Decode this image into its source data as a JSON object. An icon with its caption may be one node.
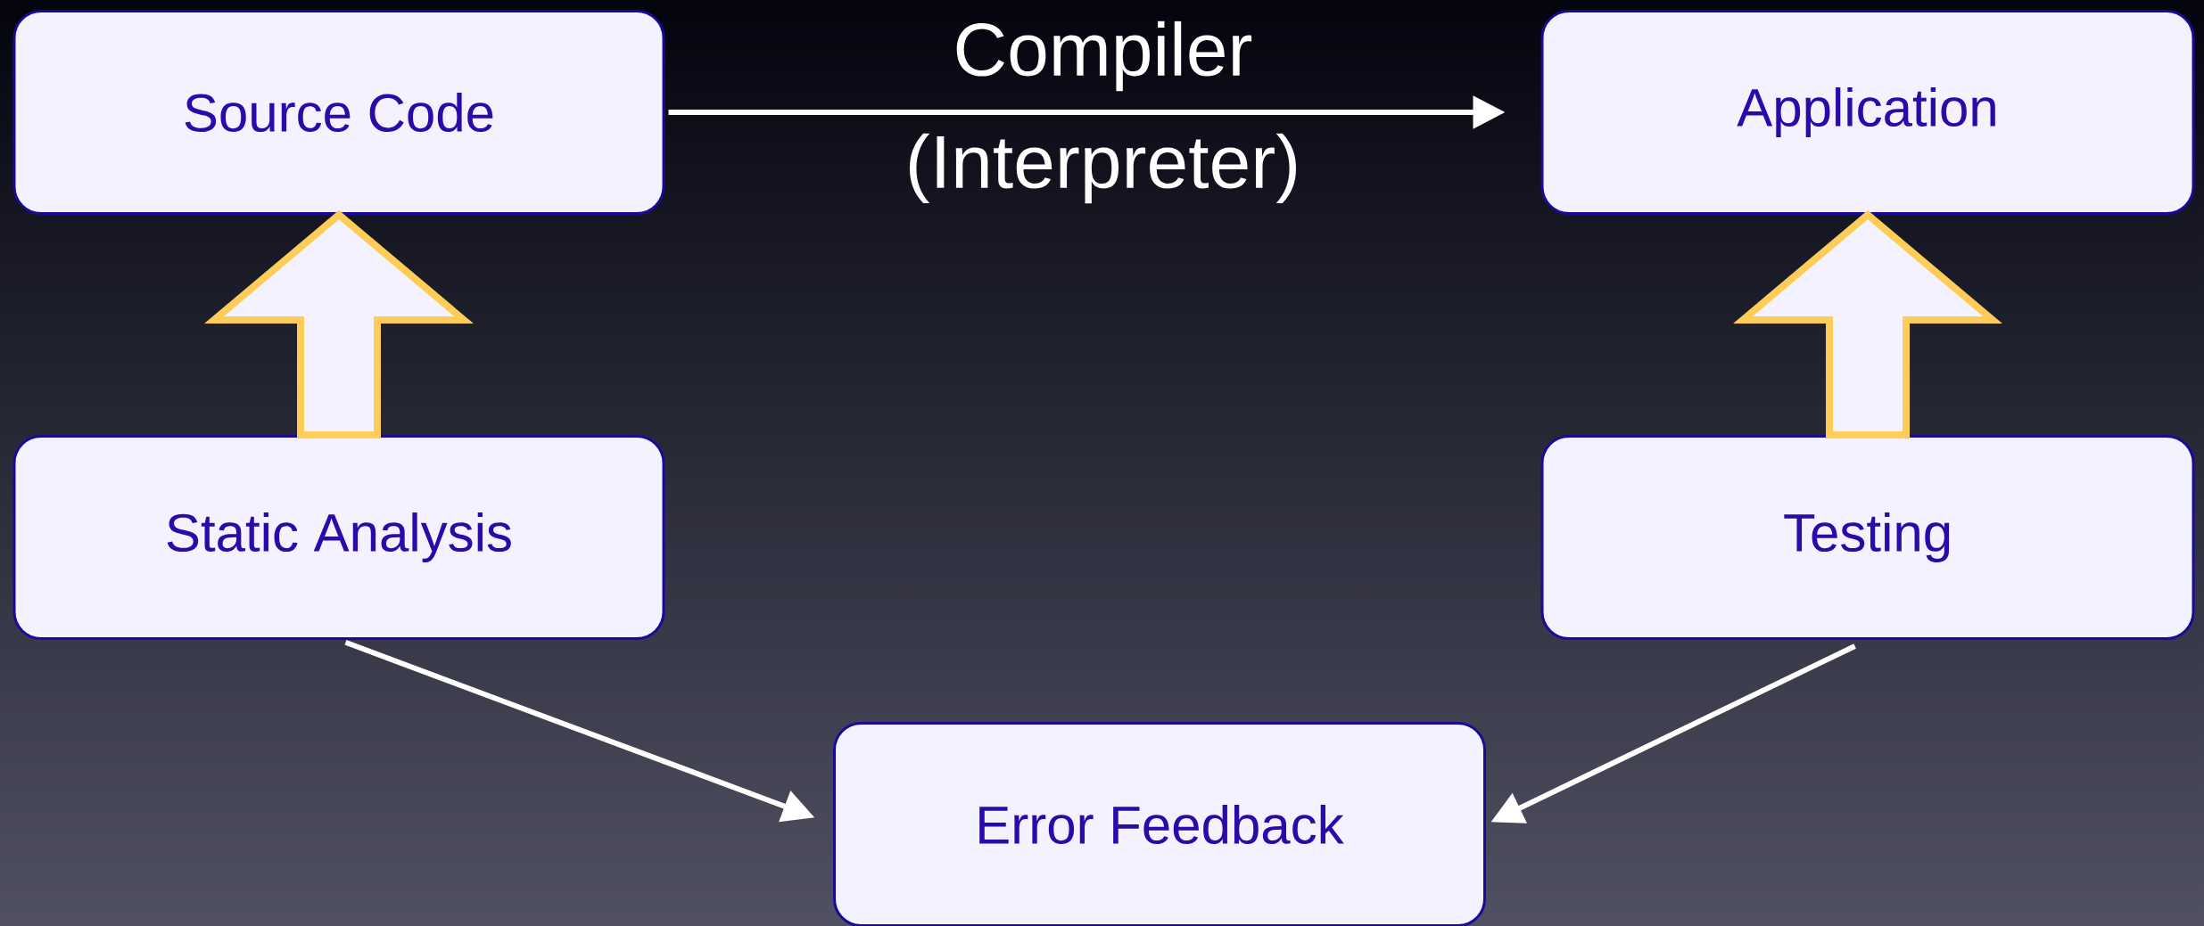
{
  "diagram": {
    "nodes": [
      {
        "text": [
          "Source Code"
        ]
      },
      {
        "text": [
          "Application"
        ]
      },
      {
        "text": [
          "Static Analysis"
        ]
      },
      {
        "text": [
          "Testing"
        ]
      },
      {
        "text": [
          "Error Feedback"
        ]
      }
    ],
    "edges": [
      {
        "from": 0,
        "to": 1,
        "arrow": "to",
        "label": "Compiler (Interpreter)"
      },
      {
        "from": 2,
        "to": 0,
        "arrow": "to",
        "style": "thick",
        "color": "#fdcd57"
      },
      {
        "from": 3,
        "to": 1,
        "arrow": "to",
        "style": "thick",
        "color": "#fdcd57"
      },
      {
        "from": 2,
        "to": 4,
        "arrow": "to"
      },
      {
        "from": 3,
        "to": 4,
        "arrow": "to"
      }
    ]
  }
}
